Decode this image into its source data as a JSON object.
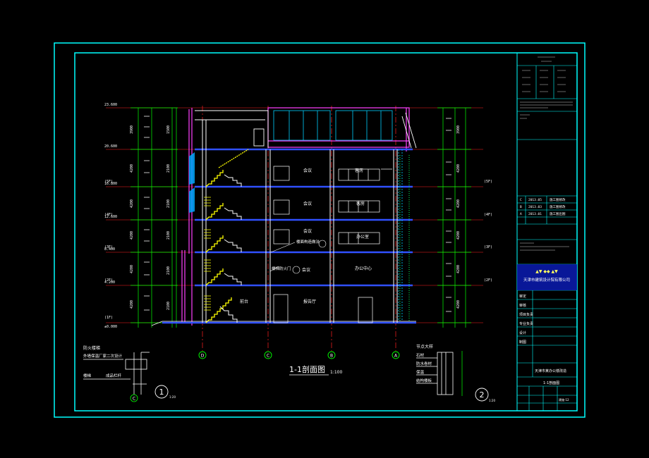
{
  "drawing": {
    "title": "1-1剖面图",
    "scale": "1:100",
    "grid_axes": [
      "D",
      "C",
      "B",
      "A"
    ],
    "floor_tags": [
      "(1F)",
      "(2F)",
      "(3F)",
      "(4F)",
      "(5F)"
    ],
    "elevations_left": [
      "±0.000",
      "4.200",
      "8.400",
      "12.600",
      "16.800",
      "20.600",
      "23.600"
    ],
    "room_labels": [
      "会议",
      "会议",
      "会议",
      "客房",
      "客房",
      "办公室",
      "会议",
      "办公中心",
      "前台",
      "报告厅"
    ],
    "callouts": [
      "楼面构造做法",
      "楼梯防火门"
    ],
    "detail_1": {
      "number": "1",
      "scale": "1:20",
      "axis": "C",
      "title": "防火楼梯",
      "lines": [
        "外墙保温厂家二次设计",
        "楼梯",
        "成品栏杆"
      ]
    },
    "detail_2": {
      "number": "2",
      "scale": "1:20",
      "title": "节点大样",
      "lines": [
        "石材",
        "防水卷材",
        "保温",
        "结构楼板"
      ]
    }
  },
  "title_block": {
    "company": "天津市建筑设计院有限公司",
    "project": "天津市某办公楼改造",
    "sheet_name": "1-1剖面图",
    "drawing_no": "建施-12",
    "roles": [
      "审定",
      "审核",
      "项目负责",
      "专业负责",
      "设计",
      "制图"
    ],
    "revisions": [
      {
        "rev": "C",
        "date": "2013.05",
        "note": "施工图修改"
      },
      {
        "rev": "B",
        "date": "2013.03",
        "note": "施工图修改"
      },
      {
        "rev": "A",
        "date": "2013.01",
        "note": "施工图出图"
      }
    ]
  },
  "colors": {
    "border": "#00ffff",
    "stair": "#ffff00",
    "wall": "#ff00ff",
    "grid": "#ff0000",
    "dim": "#00ff00",
    "text": "#ffffff",
    "floor": "#0000ff"
  }
}
